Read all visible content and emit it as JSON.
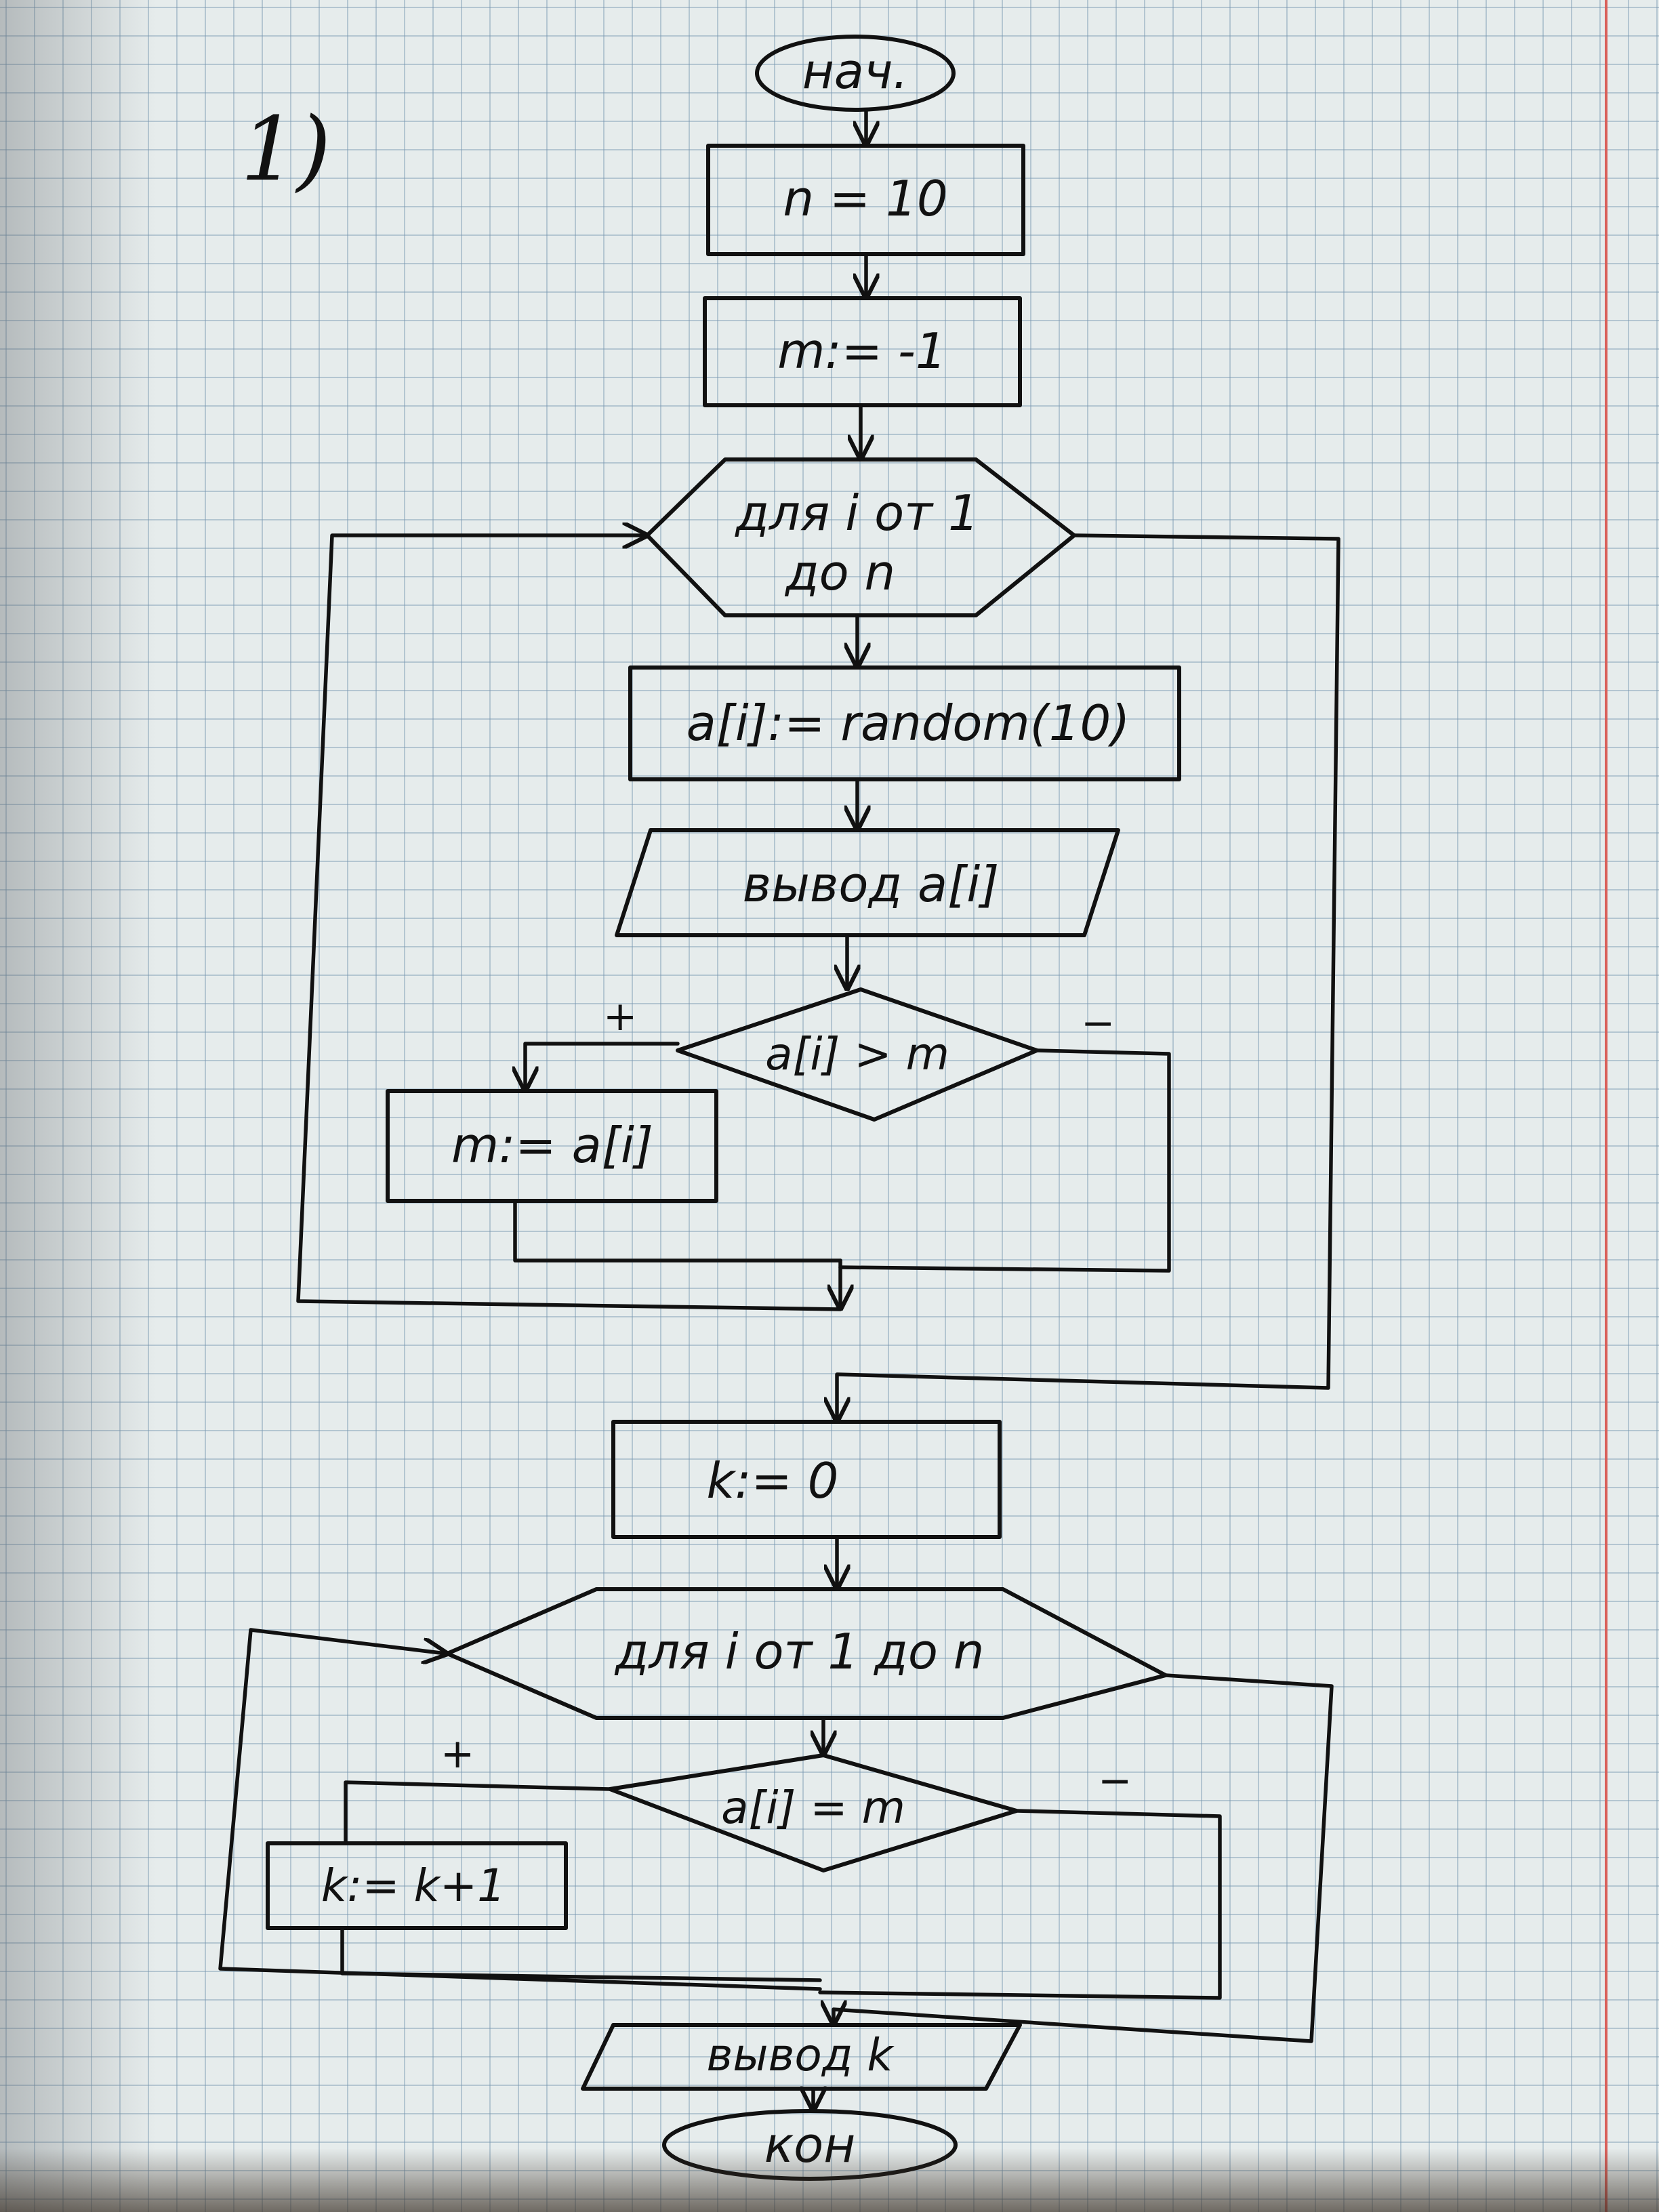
{
  "problem_number": "1)",
  "blocks": {
    "start": "нач.",
    "assign_n": "n = 10",
    "assign_m": "m:= -1",
    "loop1_line1": "для i от 1",
    "loop1_line2": "до n",
    "assign_random": "a[i]:= random(10)",
    "output_ai": "вывод a[i]",
    "cond_greater": "a[i] > m",
    "assign_m_ai": "m:= a[i]",
    "assign_k": "k:= 0",
    "loop2": "для i от 1 до n",
    "cond_equal": "a[i] = m",
    "increment_k": "k:= k+1",
    "output_k": "вывод k",
    "end": "кон"
  },
  "branch_labels": {
    "cond_greater_yes": "+",
    "cond_greater_no": "−",
    "cond_equal_yes": "+",
    "cond_equal_no": "−"
  }
}
